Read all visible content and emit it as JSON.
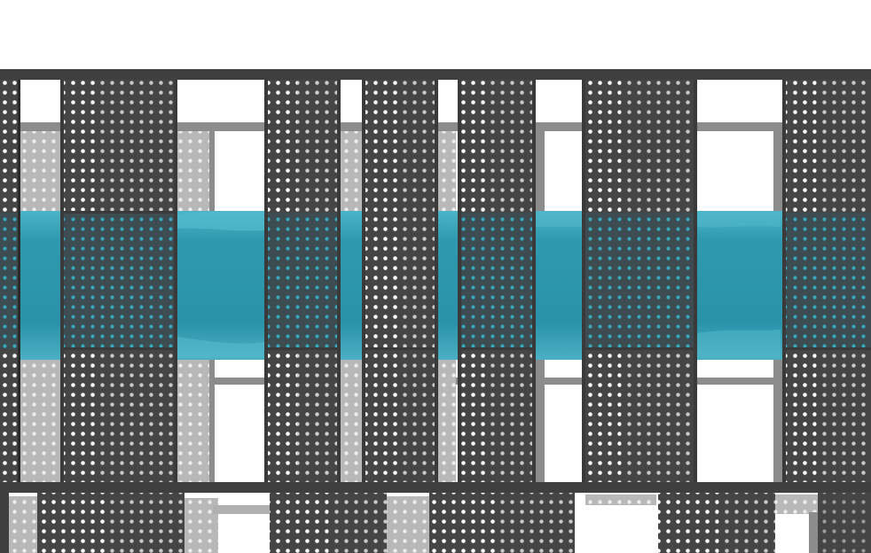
{
  "scene": {
    "description_free": true,
    "colors": {
      "background": "#ffffff",
      "frame": "#3f3f3f",
      "panel": "#454545",
      "back_panel": "#a8a8a8",
      "back_beam": "#8c8c8c",
      "water": "#2f9db3",
      "water_light": "#4ab2c6",
      "hole_light": "#ffffff",
      "hole_grey": "#9a9a9a",
      "hole_teal": "#3aa8bd"
    },
    "icons": [
      "perforated-panel",
      "water-band",
      "steel-frame"
    ]
  }
}
